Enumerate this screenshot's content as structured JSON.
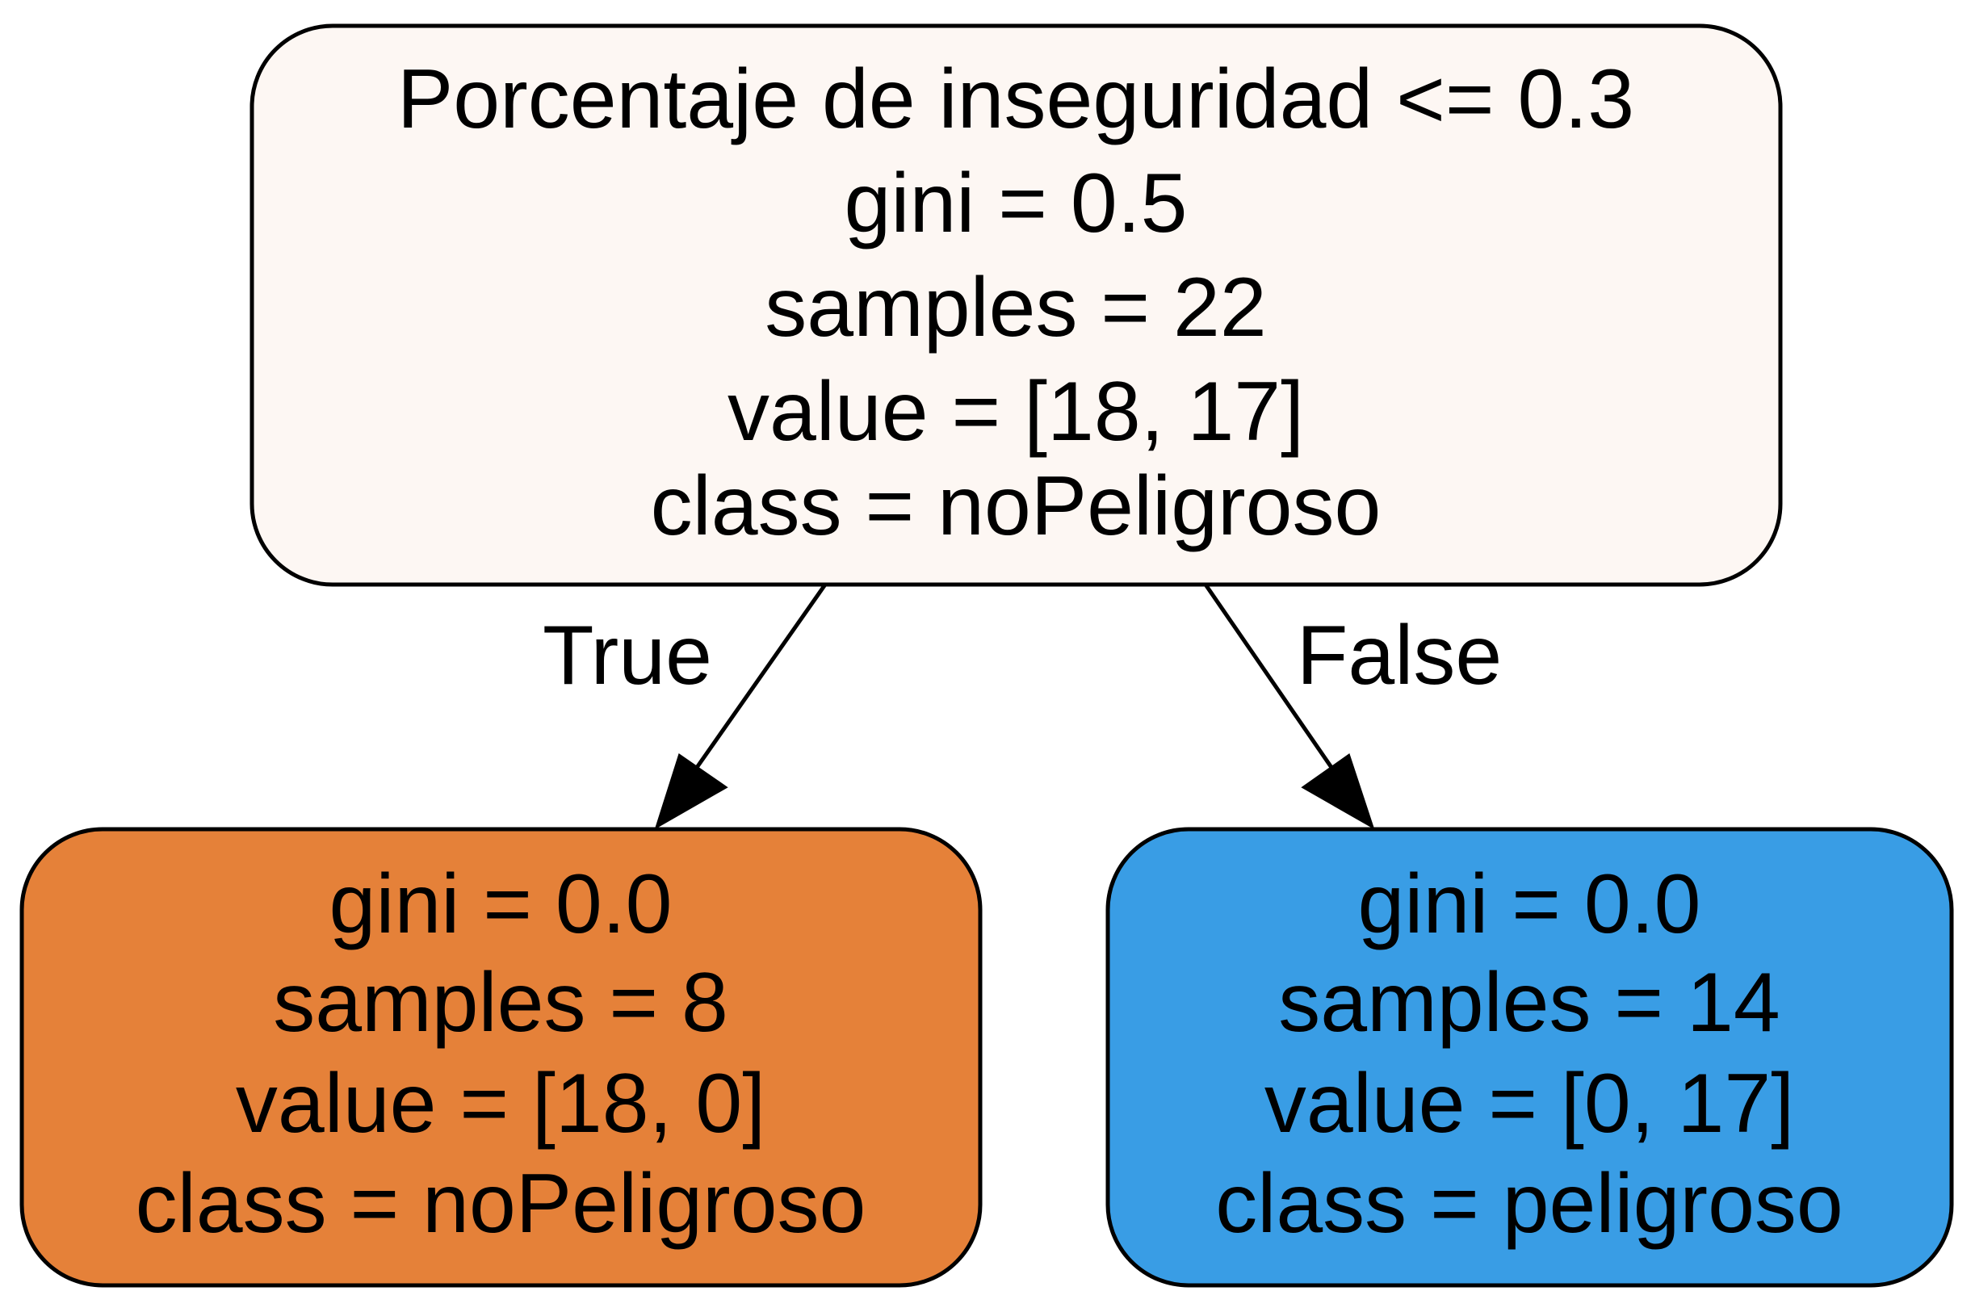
{
  "tree": {
    "root": {
      "lines": [
        "Porcentaje de inseguridad <= 0.3",
        "gini = 0.5",
        "samples = 22",
        "value = [18, 17]",
        "class = noPeligroso"
      ],
      "fill": "#fdf7f3"
    },
    "left": {
      "lines": [
        "gini = 0.0",
        "samples = 8",
        "value = [18, 0]",
        "class = noPeligroso"
      ],
      "fill": "#e58139"
    },
    "right": {
      "lines": [
        "gini = 0.0",
        "samples = 14",
        "value = [0, 17]",
        "class = peligroso"
      ],
      "fill": "#399de5"
    },
    "edges": {
      "true_label": "True",
      "false_label": "False"
    }
  }
}
